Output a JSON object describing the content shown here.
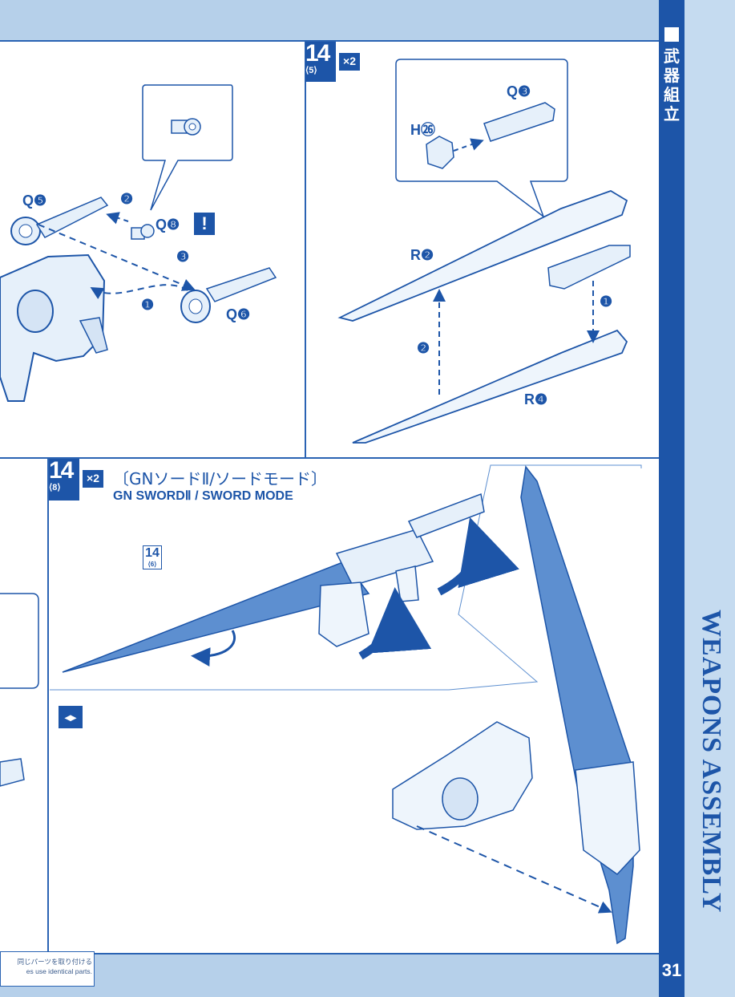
{
  "sidebar": {
    "jp_title": "武器組立",
    "en_title": "WEAPONS ASSEMBLY",
    "page_number": "31"
  },
  "step_top_right": {
    "number": "14",
    "count": "×2",
    "ref": "⟨5⟩",
    "parts": {
      "q3": "Q❸",
      "h26": "H㉖",
      "r2": "R❷",
      "r4": "R❹"
    },
    "arrows": {
      "a1": "❶",
      "a2": "❷"
    }
  },
  "step_top_left": {
    "parts": {
      "q5": "Q❺",
      "q8": "Q❽",
      "q6": "Q❻"
    },
    "warning": "!",
    "arrows": {
      "a1": "❶",
      "a2": "❷",
      "a3": "❸"
    }
  },
  "step_bottom": {
    "number": "14",
    "count": "×2",
    "ref": "⟨8⟩",
    "title_jp": "〔GNソードⅡ/ソードモード〕",
    "title_en": "GN SWORDⅡ / SWORD MODE",
    "mini_ref_number": "14",
    "mini_ref_sub": "⟨6⟩"
  },
  "footer_note": {
    "line1": "同じパーツを取り付ける",
    "line2": "es use identical parts."
  },
  "colors": {
    "accent": "#1d55a8",
    "part_fill": "#e6f0fa",
    "part_shade": "#5d8fd0",
    "line": "#2a63b3"
  }
}
